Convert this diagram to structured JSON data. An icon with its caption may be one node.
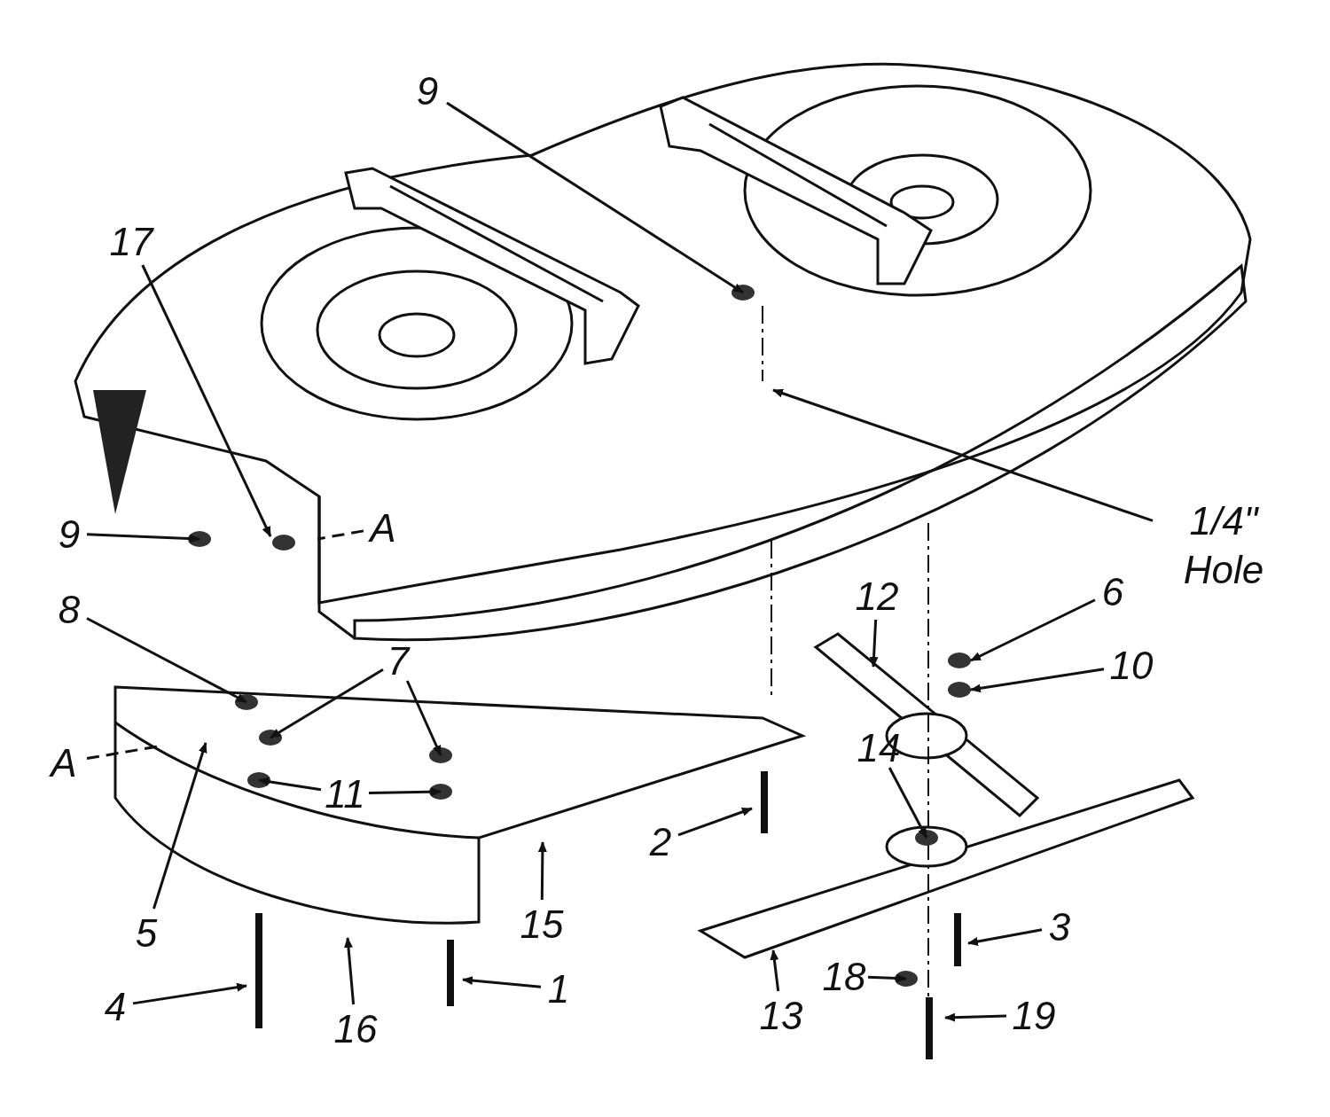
{
  "diagram": {
    "nodes": [
      {
        "text": [
          "9"
        ]
      },
      {
        "text": [
          "17"
        ]
      },
      {
        "text": [
          "9"
        ]
      },
      {
        "text": [
          "1/4\" Hole"
        ]
      },
      {
        "text": [
          "A"
        ]
      },
      {
        "text": [
          "8"
        ]
      },
      {
        "text": [
          "7"
        ]
      },
      {
        "text": [
          "A"
        ]
      },
      {
        "text": [
          "11"
        ]
      },
      {
        "text": [
          "5"
        ]
      },
      {
        "text": [
          "12"
        ]
      },
      {
        "text": [
          "6"
        ]
      },
      {
        "text": [
          "10"
        ]
      },
      {
        "text": [
          "14"
        ]
      },
      {
        "text": [
          "2"
        ]
      },
      {
        "text": [
          "15"
        ]
      },
      {
        "text": [
          "16"
        ]
      },
      {
        "text": [
          "4"
        ]
      },
      {
        "text": [
          "1"
        ]
      },
      {
        "text": [
          "13"
        ]
      },
      {
        "text": [
          "18"
        ]
      },
      {
        "text": [
          "3"
        ]
      },
      {
        "text": [
          "19"
        ]
      }
    ],
    "edges": [
      {
        "from": 0,
        "to": null,
        "arrow": "to"
      },
      {
        "from": 1,
        "to": null,
        "arrow": "to"
      },
      {
        "from": 2,
        "to": null,
        "arrow": "to"
      },
      {
        "from": 3,
        "to": null,
        "arrow": "to"
      },
      {
        "from": 4,
        "to": null,
        "arrow": "none",
        "style": "dashed"
      },
      {
        "from": 5,
        "to": null,
        "arrow": "to"
      },
      {
        "from": 6,
        "to": null,
        "arrow": "to"
      },
      {
        "from": 6,
        "to": null,
        "arrow": "to"
      },
      {
        "from": 7,
        "to": null,
        "arrow": "none",
        "style": "dashed"
      },
      {
        "from": 8,
        "to": null,
        "arrow": "to"
      },
      {
        "from": 8,
        "to": null,
        "arrow": "to"
      },
      {
        "from": 9,
        "to": null,
        "arrow": "to"
      },
      {
        "from": 10,
        "to": null,
        "arrow": "to"
      },
      {
        "from": 11,
        "to": null,
        "arrow": "to"
      },
      {
        "from": 12,
        "to": null,
        "arrow": "to"
      },
      {
        "from": 13,
        "to": null,
        "arrow": "to"
      },
      {
        "from": 14,
        "to": null,
        "arrow": "to"
      },
      {
        "from": 15,
        "to": null,
        "arrow": "to"
      },
      {
        "from": 16,
        "to": null,
        "arrow": "to"
      },
      {
        "from": 17,
        "to": null,
        "arrow": "to"
      },
      {
        "from": 18,
        "to": null,
        "arrow": "to"
      },
      {
        "from": 19,
        "to": null,
        "arrow": "to"
      },
      {
        "from": 20,
        "to": null,
        "arrow": "to"
      },
      {
        "from": 21,
        "to": null,
        "arrow": "to"
      },
      {
        "from": 22,
        "to": null,
        "arrow": "to"
      }
    ]
  }
}
